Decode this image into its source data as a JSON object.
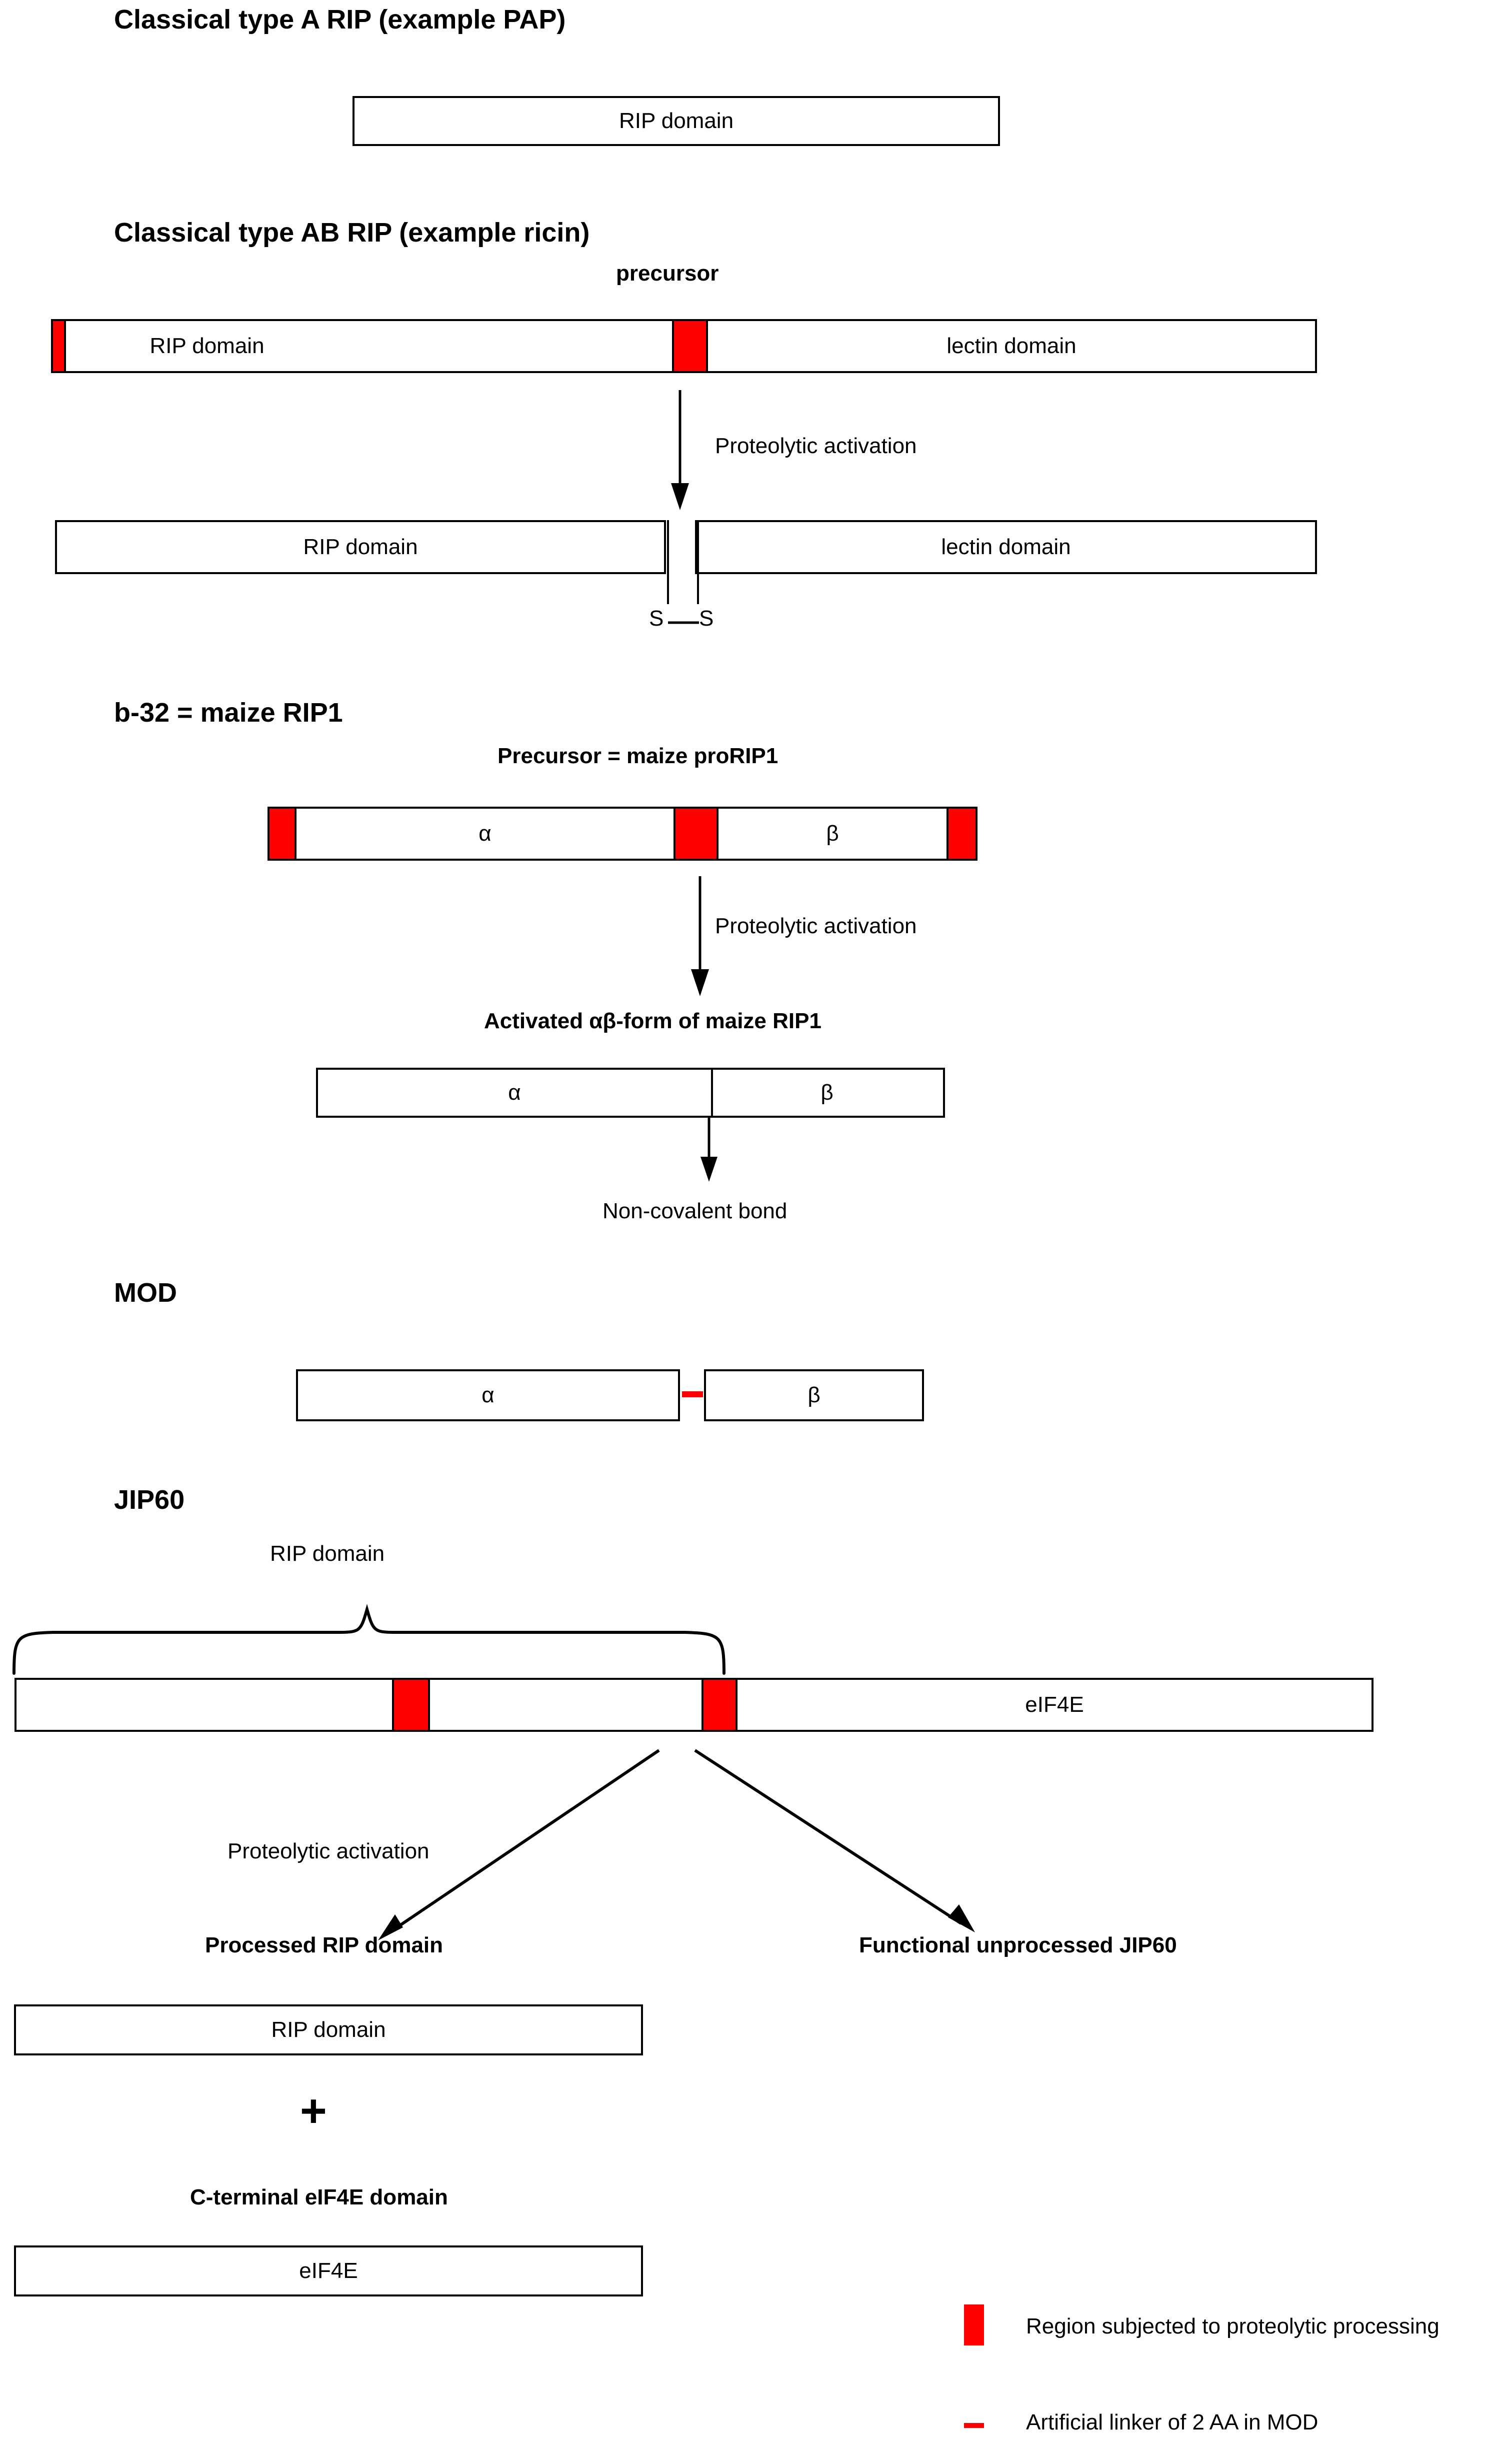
{
  "figure": {
    "title_semantic": "Schematic of RIP domain architectures and proteolytic processing"
  },
  "colors": {
    "processing_region": "#FF0000",
    "linker": "#FF0000",
    "outline": "#000000",
    "background": "#FFFFFF"
  },
  "sections": {
    "typeA": {
      "heading": "Classical type A RIP (example PAP)",
      "bar_label": "RIP domain"
    },
    "typeAB": {
      "heading": "Classical type AB RIP (example ricin)",
      "precursor_label": "precursor",
      "precursor": {
        "left_label": "RIP domain",
        "right_label": "lectin domain"
      },
      "arrow_label": "Proteolytic activation",
      "activated": {
        "left_label": "RIP domain",
        "right_label": "lectin domain"
      },
      "disulfide_left": "S",
      "disulfide_right": "S"
    },
    "b32": {
      "heading": "b-32 = maize RIP1",
      "precursor_label": "Precursor = maize proRIP1",
      "precursor": {
        "left_label": "α",
        "right_label": "β"
      },
      "arrow_label": "Proteolytic activation",
      "activated_label": "Activated αβ-form of maize RIP1",
      "activated": {
        "left_label": "α",
        "right_label": "β"
      },
      "bond_label": "Non-covalent bond"
    },
    "mod": {
      "heading": "MOD",
      "left_label": "α",
      "right_label": "β"
    },
    "jip60": {
      "heading": "JIP60",
      "brace_label": "RIP domain",
      "bar_label": "eIF4E",
      "arrow_label": "Proteolytic activation",
      "left_branch_label": "Processed RIP domain",
      "right_branch_label": "Functional unprocessed JIP60",
      "processed_bar_label": "RIP domain",
      "plus_symbol": "+",
      "cterm_label": "C-terminal eIF4E domain",
      "cterm_bar_label": "eIF4E"
    }
  },
  "legend": {
    "items": [
      {
        "glyph": "red-block",
        "text": "Region subjected to proteolytic processing"
      },
      {
        "glyph": "red-dash",
        "text": "Artificial linker of 2 AA in MOD"
      }
    ]
  }
}
